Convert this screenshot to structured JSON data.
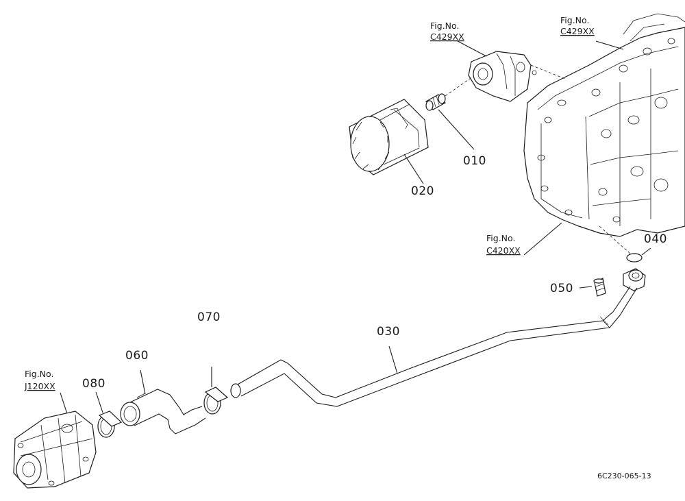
{
  "diagram": {
    "figure_code": "6C230-065-13",
    "fig_refs": [
      {
        "id": "ref-top-center",
        "title": "Fig.No.",
        "code": "C429XX"
      },
      {
        "id": "ref-top-right",
        "title": "Fig.No.",
        "code": "C429XX"
      },
      {
        "id": "ref-right-mid",
        "title": "Fig.No.",
        "code": "C420XX"
      },
      {
        "id": "ref-left",
        "title": "Fig.No.",
        "code": "J120XX"
      }
    ],
    "part_labels": [
      {
        "id": "010",
        "text": "010"
      },
      {
        "id": "020",
        "text": "020"
      },
      {
        "id": "030",
        "text": "030"
      },
      {
        "id": "040",
        "text": "040"
      },
      {
        "id": "050",
        "text": "050"
      },
      {
        "id": "060",
        "text": "060"
      },
      {
        "id": "070",
        "text": "070"
      },
      {
        "id": "080",
        "text": "080"
      }
    ]
  }
}
